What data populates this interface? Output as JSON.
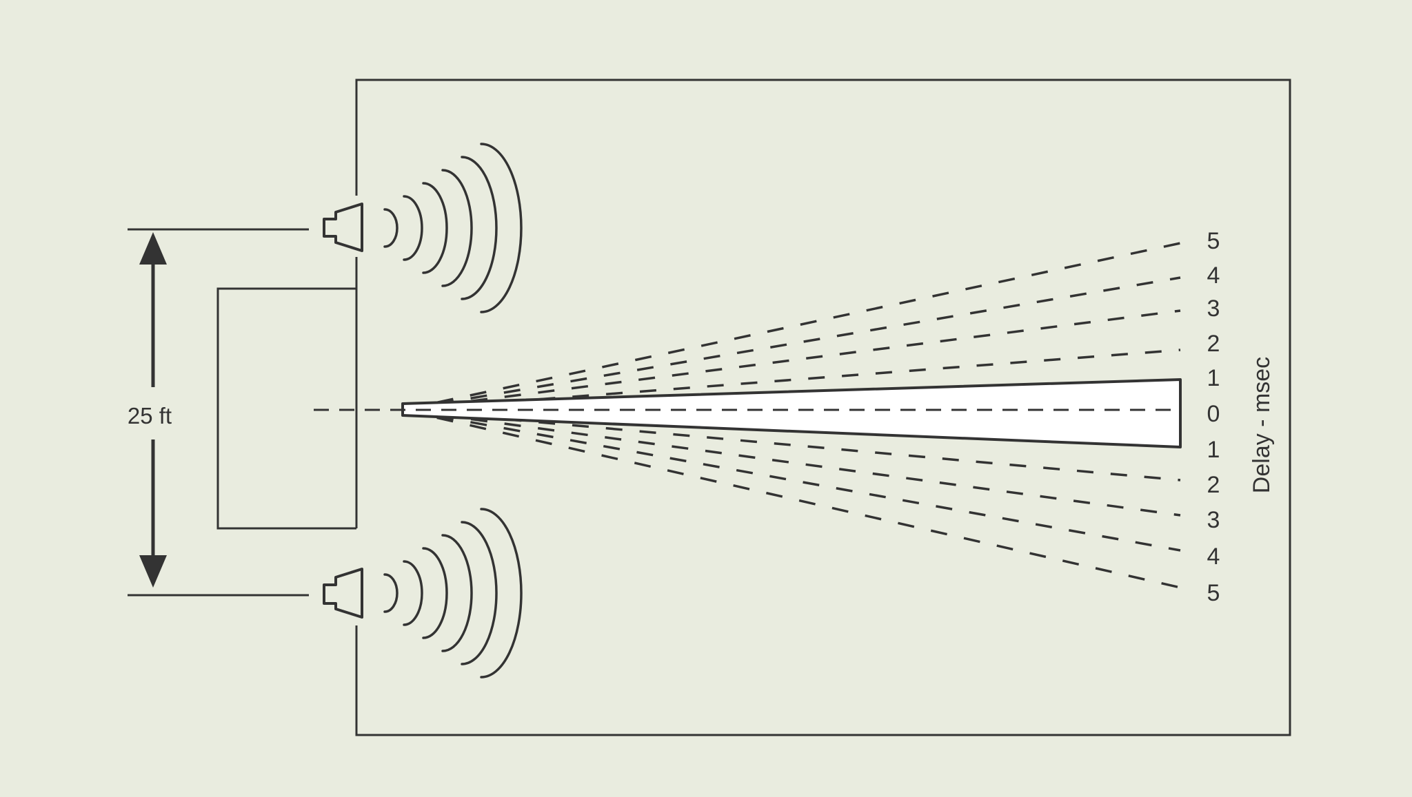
{
  "colors": {
    "background": "#e9ecdf",
    "ink": "#333333",
    "zone_fill": "#ffffff"
  },
  "icons": {
    "top_speaker": "speaker-icon",
    "bottom_speaker": "speaker-icon",
    "sound_waves": "sound-wave-icon",
    "dimension_arrow": "double-headed-arrow-icon"
  },
  "dimension": {
    "label": "25 ft"
  },
  "delay_axis": {
    "title": "Delay - msec",
    "upper_labels": [
      "5",
      "4",
      "3",
      "2",
      "1"
    ],
    "center_label": "0",
    "lower_labels": [
      "1",
      "2",
      "3",
      "4",
      "5"
    ]
  }
}
